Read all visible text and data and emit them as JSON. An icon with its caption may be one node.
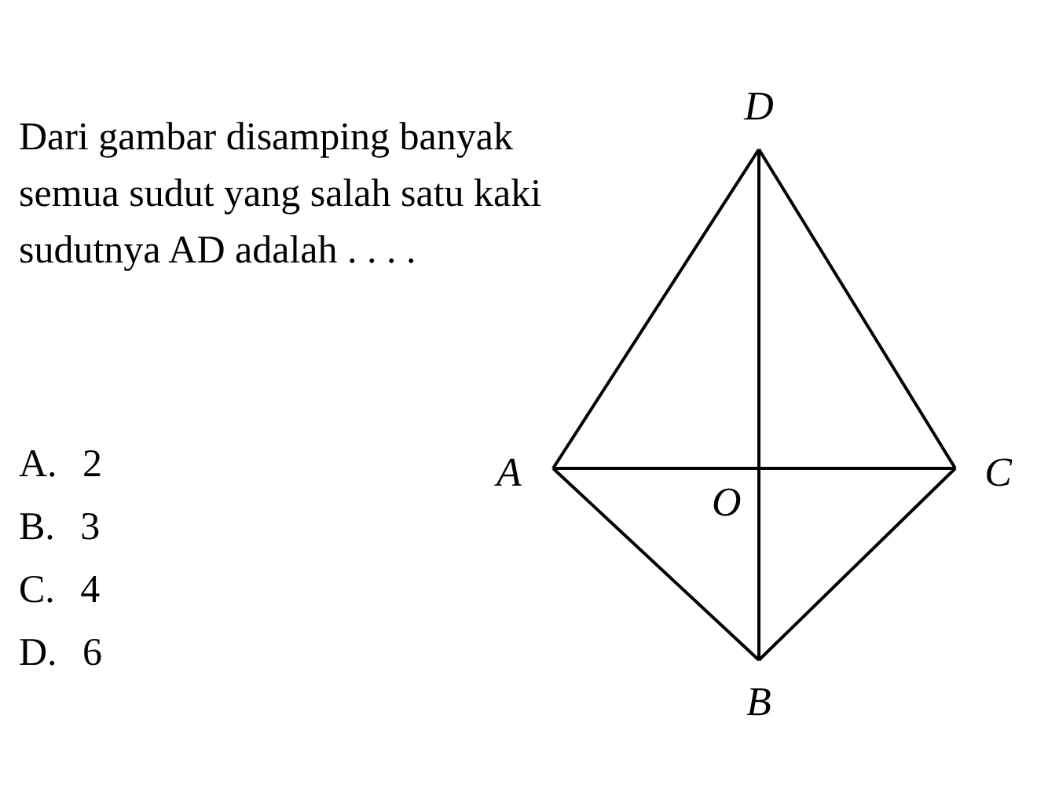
{
  "diagram": {
    "nodes": [
      {
        "text": [
          "D"
        ]
      },
      {
        "text": [
          "A"
        ]
      },
      {
        "text": [
          "C"
        ]
      },
      {
        "text": [
          "B"
        ]
      }
    ],
    "edges": [
      {
        "from": 0,
        "to": 1,
        "arrow": "none"
      },
      {
        "from": 0,
        "to": 2,
        "arrow": "none"
      },
      {
        "from": 1,
        "to": 2,
        "arrow": "none"
      },
      {
        "from": 0,
        "to": 3,
        "arrow": "none"
      },
      {
        "from": 1,
        "to": 3,
        "arrow": "none"
      },
      {
        "from": 2,
        "to": 3,
        "arrow": "none"
      }
    ],
    "labels": [
      "Dari gambar disamping banyak semua sudut yang salah satu kaki sudutnya AD adalah . . . .",
      "O",
      "A. 2",
      "B. 3",
      "C. 4",
      "D. 6"
    ]
  }
}
